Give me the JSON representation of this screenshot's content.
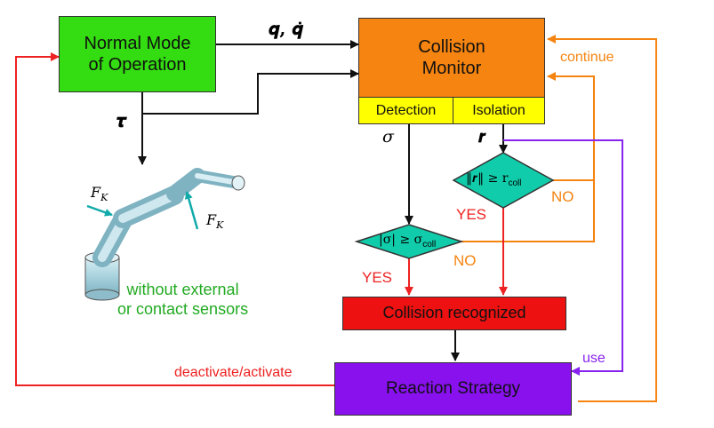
{
  "boxes": {
    "normal_mode": {
      "line1": "Normal Mode",
      "line2": "of Operation",
      "color": "#33dd11"
    },
    "collision_monitor": {
      "line1": "Collision",
      "line2": "Monitor",
      "color": "#f58410"
    },
    "detection": {
      "label": "Detection",
      "color": "#ffff00"
    },
    "isolation": {
      "label": "Isolation",
      "color": "#ffff00"
    },
    "collision_recognized": {
      "label": "Collision recognized",
      "color": "#ee1111"
    },
    "reaction_strategy": {
      "label": "Reaction Strategy",
      "color": "#8811ee"
    }
  },
  "decisions": {
    "residual": {
      "text": "‖𝒓‖ ≥ r",
      "sub": "coll",
      "color": "#11ccaa"
    },
    "sigma": {
      "text": "|σ| ≥ σ",
      "sub": "coll",
      "color": "#11ccaa"
    }
  },
  "signals": {
    "q_qdot": "𝒒, 𝒒̇",
    "tau": "𝝉",
    "sigma": "σ",
    "r": "𝒓"
  },
  "branch_labels": {
    "continue": "continue",
    "no_residual": "NO",
    "no_sigma": "NO",
    "yes_residual": "YES",
    "yes_sigma": "YES",
    "use": "use",
    "deactivate": "deactivate/activate"
  },
  "robot": {
    "force_label_1": "F",
    "force_label_2": "F",
    "force_sub": "K",
    "caption_line1": "without external",
    "caption_line2": "or contact sensors"
  },
  "colors": {
    "orange": "#f58410",
    "red": "#ee2222",
    "purple": "#8822ee",
    "green_text": "#22aa22",
    "teal": "#11aaaa"
  }
}
